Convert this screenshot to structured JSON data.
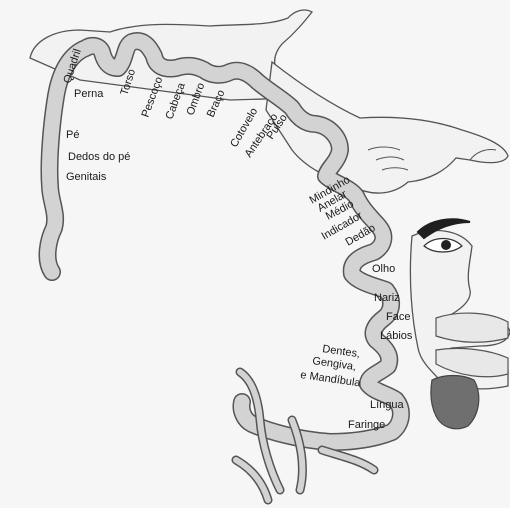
{
  "labels": {
    "quadril": "Quadril",
    "perna": "Perna",
    "torso": "Torso",
    "pescoco": "Pescoço",
    "cabeca": "Cabeça",
    "ombro": "Ombro",
    "braco": "Braço",
    "cotovelo": "Cotovelo",
    "antebraco": "Antebraço",
    "pulso": "Pulso",
    "pe": "Pé",
    "dedos_do_pe": "Dedos do pé",
    "genitais": "Genitais",
    "mindinho": "Mindinho",
    "anelar": "Anelar",
    "medio": "Médio",
    "indicador": "Indicador",
    "dedao": "Dedão",
    "olho": "Olho",
    "nariz": "Nariz",
    "face": "Face",
    "labios": "Lábios",
    "dentes": "Dentes,",
    "gengiva": "Gengiva,",
    "mandibula": "e Mandíbula",
    "lingua": "Língua",
    "faringe": "Faringe"
  },
  "colors": {
    "background": "#f6f6f6",
    "cortex_band": "#d3d3d3",
    "outline": "#555555",
    "figure_fill": "#f2f2f2",
    "eyebrow": "#1f1f1f",
    "tongue": "#6f6f6f"
  },
  "icons": [
    "leg-figure",
    "hand-figure",
    "face-figure",
    "eye-figure",
    "lips-figure",
    "tongue-figure"
  ]
}
